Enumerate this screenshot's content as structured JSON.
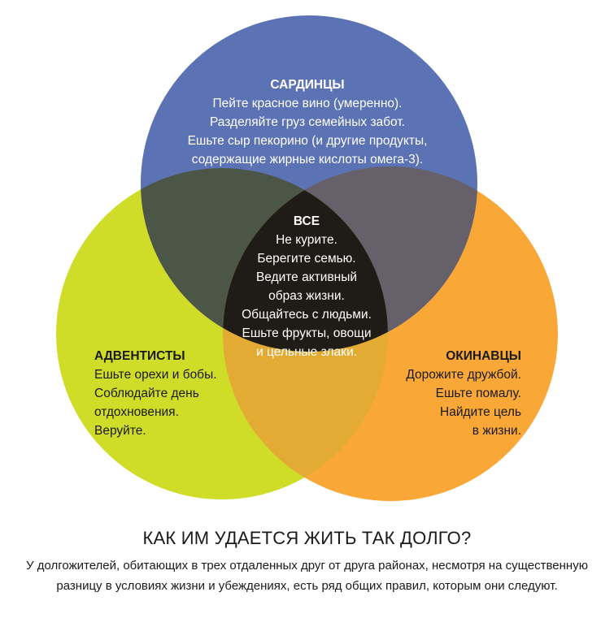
{
  "colors": {
    "sardinians": "#5b72b4",
    "adventists": "#cfdc28",
    "okinawans": "#f9a838",
    "intersection_top_left": "#4c5646",
    "intersection_top_right": "#66606a",
    "intersection_bottom": "#e3ab34",
    "center": "#1f1c18"
  },
  "diagram": {
    "sardinians": {
      "title": "САРДИНЦЫ",
      "lines": [
        "Пейте красное вино (умеренно).",
        "Разделяйте груз семейных забот.",
        "Ешьте сыр пекорино (и другие продукты,",
        "содержащие жирные кислоты омега-3)."
      ]
    },
    "all": {
      "title": "ВСЕ",
      "lines": [
        "Не курите.",
        "Берегите семью.",
        "Ведите активный",
        "образ жизни.",
        "Общайтесь с людьми.",
        "Ешьте фрукты, овощи",
        "и цельные злаки."
      ]
    },
    "adventists": {
      "title": "АДВЕНТИСТЫ",
      "lines": [
        "Ешьте орехи и бобы.",
        "Соблюдайте день",
        "отдохновения.",
        "Веруйте."
      ]
    },
    "okinawans": {
      "title": "ОКИНАВЦЫ",
      "lines": [
        "Дорожите дружбой.",
        "Ешьте помалу.",
        "Найдите цель",
        "в жизни."
      ]
    }
  },
  "heading": "КАК ИМ УДАЕТСЯ ЖИТЬ ТАК ДОЛГО?",
  "caption": [
    "У долгожителей, обитающих в трех отдаленных друг от друга районах, несмотря на существенную",
    "разницу в условиях жизни и убеждениях, есть ряд общих правил, которым они следуют."
  ]
}
